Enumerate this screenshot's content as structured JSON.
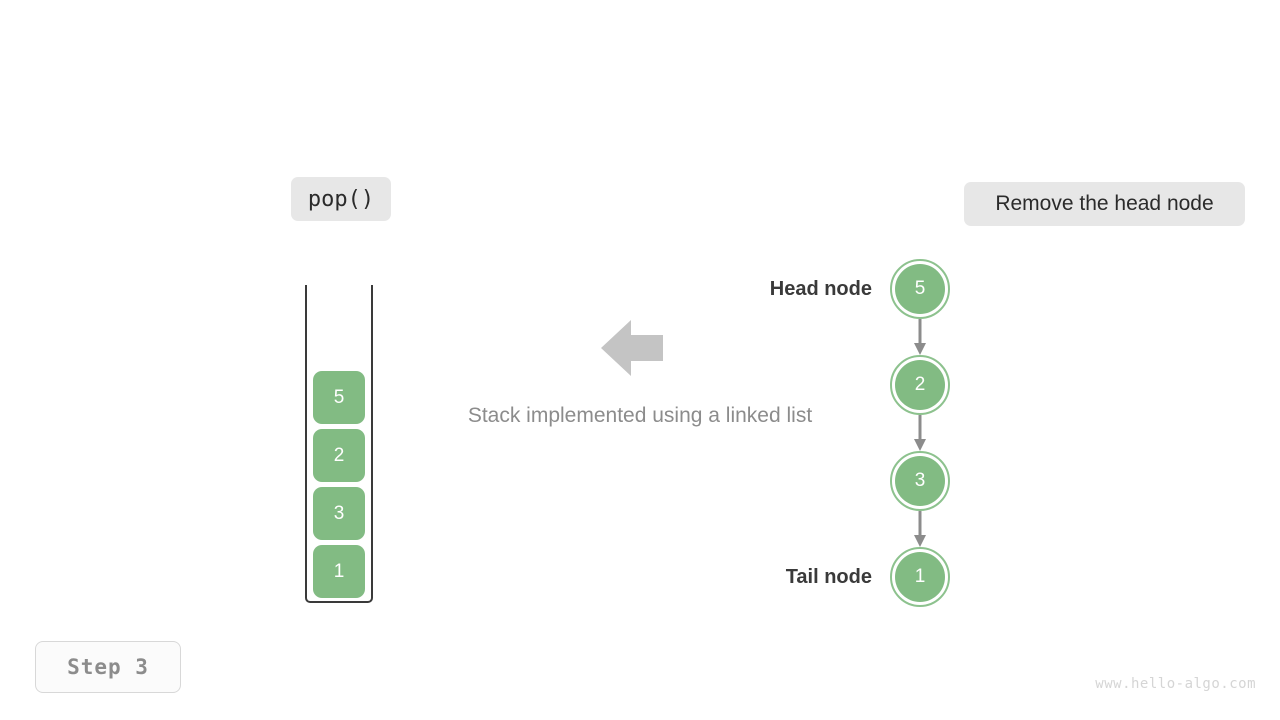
{
  "operation": {
    "label": "pop()"
  },
  "description": {
    "label": "Remove the head node"
  },
  "caption": {
    "text": "Stack implemented using a linked list"
  },
  "stack": {
    "items": [
      {
        "value": "5"
      },
      {
        "value": "2"
      },
      {
        "value": "3"
      },
      {
        "value": "1"
      }
    ]
  },
  "linked_list": {
    "head_label": "Head node",
    "tail_label": "Tail node",
    "nodes": [
      {
        "value": "5"
      },
      {
        "value": "2"
      },
      {
        "value": "3"
      },
      {
        "value": "1"
      }
    ]
  },
  "step": {
    "label": "Step 3"
  },
  "watermark": {
    "text": "www.hello-algo.com"
  },
  "colors": {
    "node_fill": "#82bb83",
    "node_ring": "#8dc28e",
    "chip_bg": "#e7e7e7",
    "arrow_gray": "#c4c4c4",
    "edge_gray": "#8c8c8c",
    "text_dark": "#2b2b2b",
    "text_muted": "#8c8c8c",
    "container_stroke": "#3a3a3a"
  }
}
